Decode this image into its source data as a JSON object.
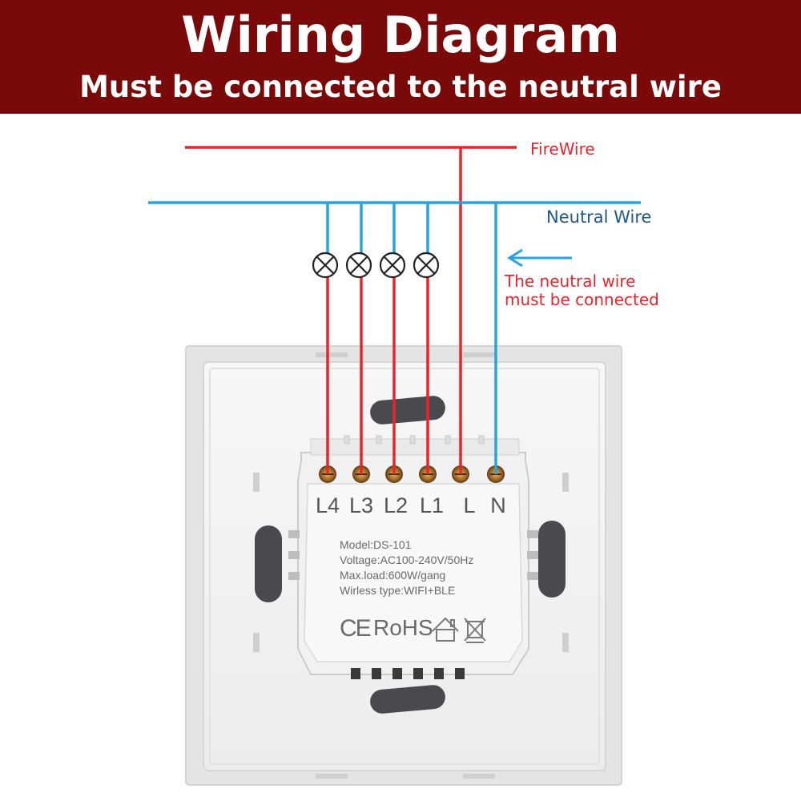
{
  "header": {
    "title": "Wiring Diagram",
    "subtitle": "Must be connected to the neutral wire"
  },
  "wires": {
    "fire_label": "FireWire",
    "neutral_label": "Neutral Wire",
    "note_line1": "The neutral wire",
    "note_line2": "must be connected"
  },
  "terminals": [
    "L4",
    "L3",
    "L2",
    "L1",
    "L",
    "N"
  ],
  "specs": {
    "model": "Model:DS-101",
    "voltage": "Voltage:AC100-240V/50Hz",
    "max_load": "Max.load:600W/gang",
    "wireless": "Wirless type:WIFI+BLE"
  },
  "certifications": {
    "ce": "CE",
    "rohs": "RoHS"
  },
  "colors": {
    "header_bg": "#7a0a0a",
    "fire_wire": "#e8252b",
    "neutral_wire": "#29a3e0",
    "neutral_text": "#1f5a86"
  }
}
